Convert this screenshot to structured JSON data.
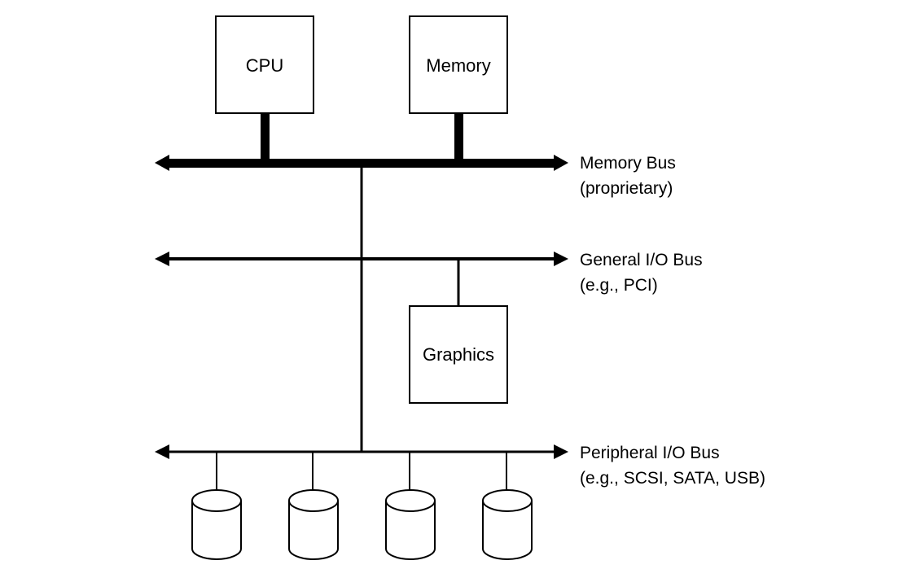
{
  "components": {
    "cpu": "CPU",
    "memory": "Memory",
    "graphics": "Graphics"
  },
  "buses": {
    "memory_bus": {
      "name": "Memory Bus",
      "note": "(proprietary)"
    },
    "general_io_bus": {
      "name": "General I/O Bus",
      "note": "(e.g., PCI)"
    },
    "peripheral_io_bus": {
      "name": "Peripheral I/O Bus",
      "note": "(e.g., SCSI, SATA, USB)"
    }
  },
  "colors": {
    "stroke": "#000000",
    "fill": "#ffffff"
  }
}
